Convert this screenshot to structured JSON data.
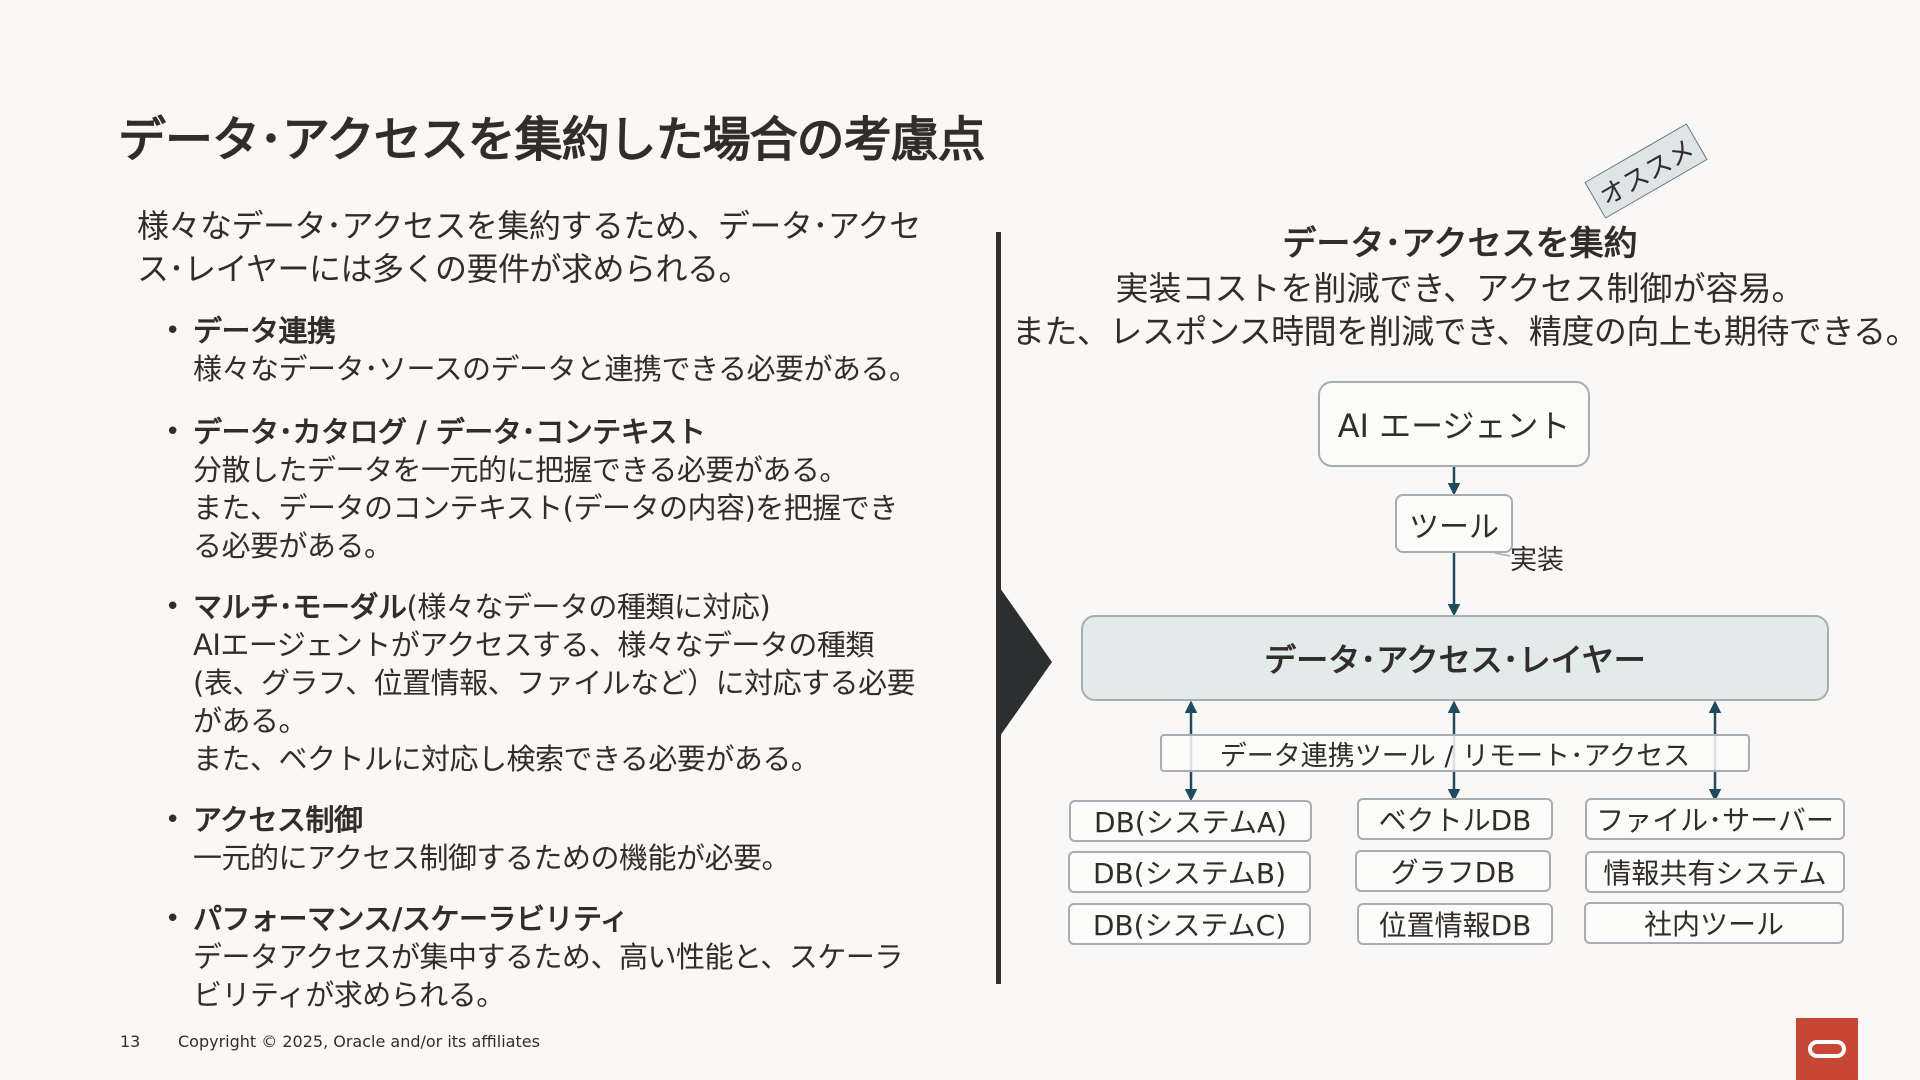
{
  "slide": {
    "title": "データ･アクセスを集約した場合の考慮点",
    "intro": "様々なデータ･アクセスを集約するため、データ･アクセス･レイヤーには多くの要件が求められる。",
    "bullets": [
      {
        "head": "データ連携",
        "head_note": "",
        "body": "様々なデータ･ソースのデータと連携できる必要がある。"
      },
      {
        "head": "データ･カタログ / データ･コンテキスト",
        "head_note": "",
        "body": "分散したデータを一元的に把握できる必要がある。\nまた、データのコンテキスト(データの内容)を把握できる必要がある。"
      },
      {
        "head": "マルチ･モーダル",
        "head_note": "(様々なデータの種類に対応)",
        "body": "AIエージェントがアクセスする、様々なデータの種類(表、グラフ、位置情報、ファイルなど）に対応する必要がある。\nまた、ベクトルに対応し検索できる必要がある。"
      },
      {
        "head": "アクセス制御",
        "head_note": "",
        "body": "一元的にアクセス制御するための機能が必要。"
      },
      {
        "head": "パフォーマンス/スケーラビリティ",
        "head_note": "",
        "body": "データアクセスが集中するため、高い性能と、スケーラビリティが求められる。"
      }
    ]
  },
  "footer": {
    "page_number": "13",
    "copyright": "Copyright © 2025, Oracle and/or its affiliates"
  },
  "diagram": {
    "stamp": "オススメ",
    "title": "データ･アクセスを集約",
    "subtitle_1": "実装コストを削減でき、アクセス制御が容易。",
    "subtitle_2": "また、レスポンス時間を削減でき、精度の向上も期待できる。",
    "agent": "AI エージェント",
    "tool": "ツール",
    "impl_label": "実装",
    "layer": "データ･アクセス･レイヤー",
    "connector": "データ連携ツール / リモート･アクセス",
    "db_columns": [
      [
        "DB(システムA)",
        "DB(システムB)",
        "DB(システムC)"
      ],
      [
        "ベクトルDB",
        "グラフDB",
        "位置情報DB"
      ],
      [
        "ファイル･サーバー",
        "情報共有システム",
        "社内ツール"
      ]
    ]
  },
  "colors": {
    "accent_dark": "#2b2f30",
    "arrow": "#1f4b5e",
    "layer_fill": "#e2eaea",
    "oracle_red": "#c74634"
  }
}
